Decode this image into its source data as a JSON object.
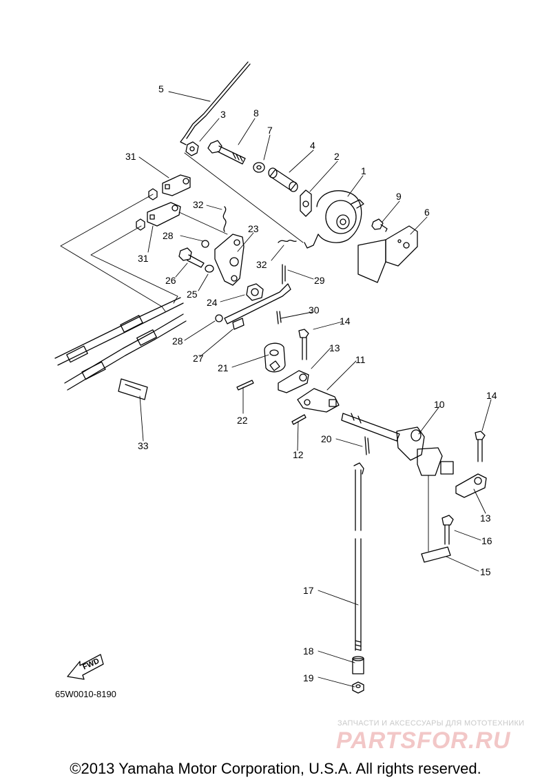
{
  "diagram": {
    "callouts": [
      "1",
      "2",
      "3",
      "4",
      "5",
      "6",
      "7",
      "8",
      "9",
      "10",
      "11",
      "12",
      "13",
      "13",
      "14",
      "14",
      "15",
      "16",
      "17",
      "18",
      "19",
      "20",
      "21",
      "22",
      "23",
      "24",
      "25",
      "26",
      "27",
      "28",
      "28",
      "29",
      "30",
      "31",
      "31",
      "32",
      "32",
      "33"
    ],
    "fwd_label": "FWD",
    "code": "65W0010-8190"
  },
  "watermark": {
    "caption": "ЗАПЧАСТИ И АКСЕССУАРЫ ДЛЯ МОТОТЕХНИКИ",
    "logo": "PARTSFOR.RU"
  },
  "copyright": "©2013 Yamaha Motor Corporation, U.S.A. All rights reserved."
}
